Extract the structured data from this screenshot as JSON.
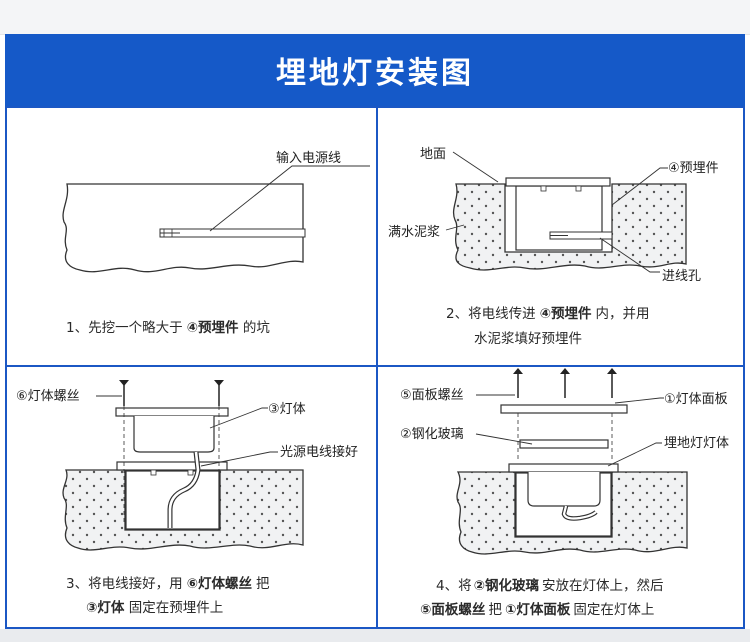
{
  "title": "埋地灯安装图",
  "panels": [
    {
      "labels": {
        "wire": "输入电源线"
      },
      "caption": {
        "pre": "1、先挖一个略大于",
        "bold": "④预埋件",
        "post": " 的坑"
      }
    },
    {
      "labels": {
        "ground": "地面",
        "embedded": "④预埋件",
        "cement": "满水泥浆",
        "inlet": "进线孔"
      },
      "caption": {
        "line1_pre": "2、将电线传进",
        "line1_bold": "④预埋件",
        "line1_post": "内，并用",
        "line2": "水泥浆填好预埋件"
      }
    },
    {
      "labels": {
        "screw": "⑥灯体螺丝",
        "body": "③灯体",
        "connect": "光源电线接好"
      },
      "caption": {
        "line1_pre": "3、将电线接好，用",
        "line1_bold": "⑥灯体螺丝",
        "line1_post": "把",
        "line2_bold": "③灯体",
        "line2_post": " 固定在预埋件上"
      }
    },
    {
      "labels": {
        "panel_screw": "⑤面板螺丝",
        "glass": "②钢化玻璃",
        "face_panel": "①灯体面板",
        "lamp_body": "埋地灯灯体"
      },
      "caption": {
        "line1_pre": "4、将",
        "line1_bold": "②钢化玻璃",
        "line1_post": "安放在灯体上，然后",
        "line2_bold_a": "⑤面板螺丝",
        "line2_mid": "把",
        "line2_bold_b": "①灯体面板",
        "line2_post": "固定在灯体上"
      }
    }
  ]
}
